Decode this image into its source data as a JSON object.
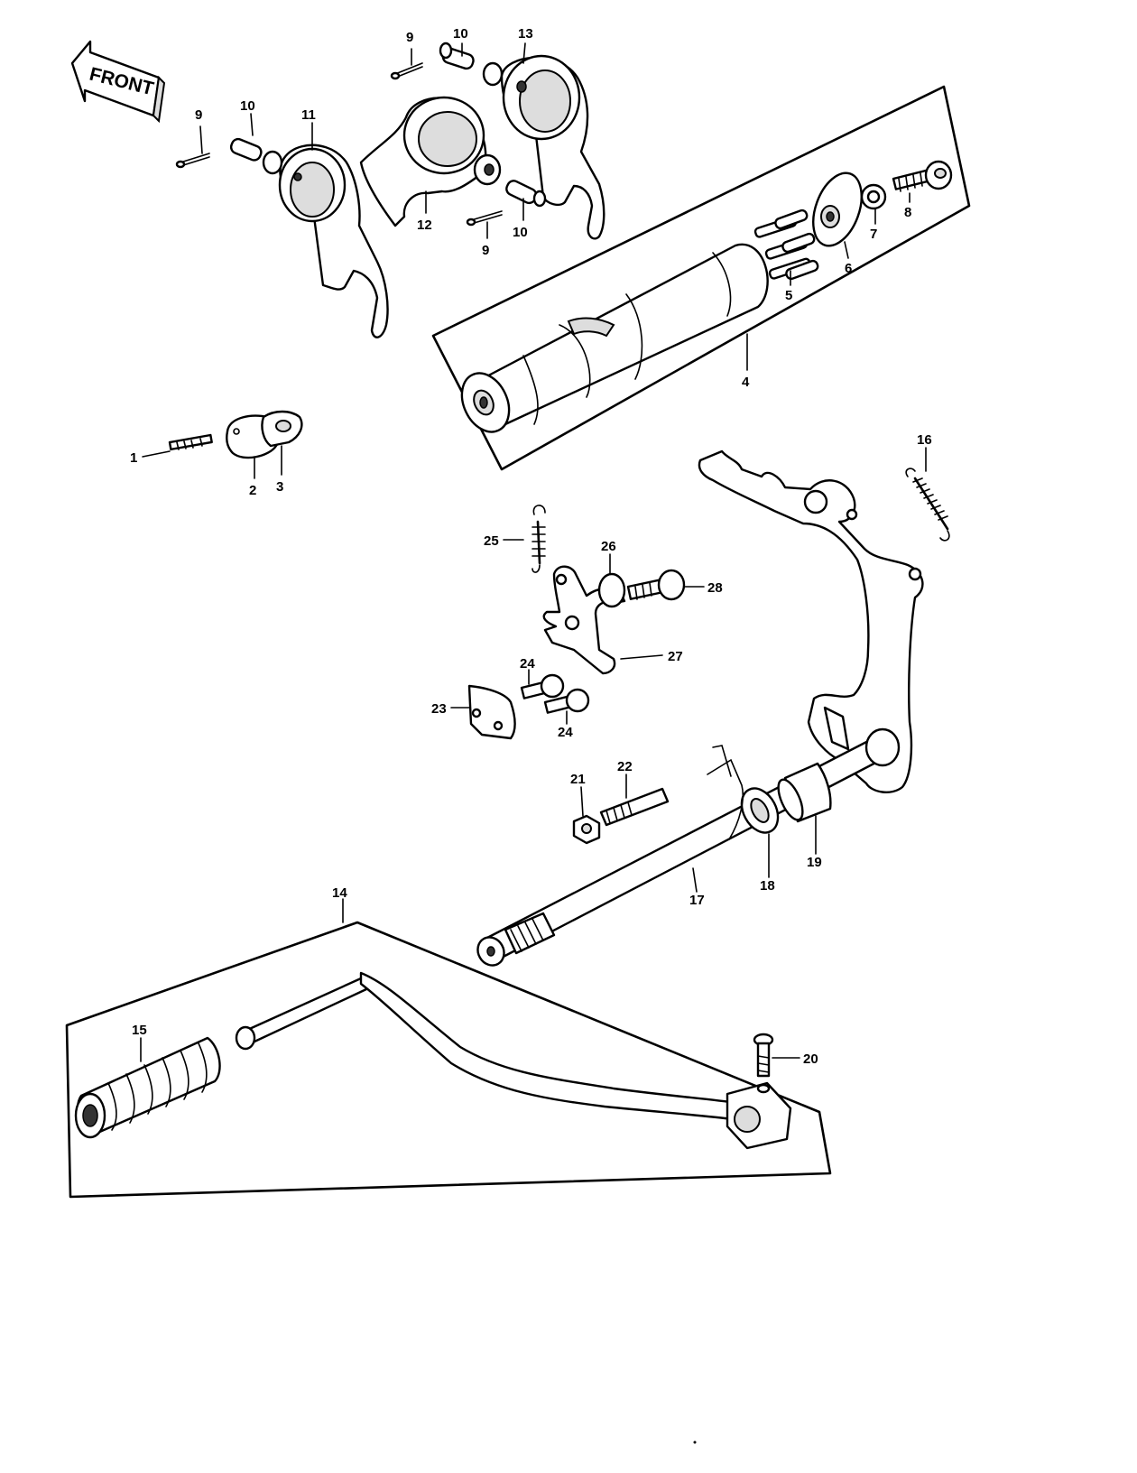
{
  "front_label": "FRONT",
  "callouts": [
    "1",
    "2",
    "3",
    "4",
    "5",
    "6",
    "7",
    "8",
    "9",
    "9",
    "9",
    "10",
    "10",
    "10",
    "11",
    "12",
    "13",
    "14",
    "15",
    "16",
    "17",
    "18",
    "19",
    "20",
    "21",
    "22",
    "23",
    "24",
    "24",
    "25",
    "26",
    "27",
    "28"
  ]
}
